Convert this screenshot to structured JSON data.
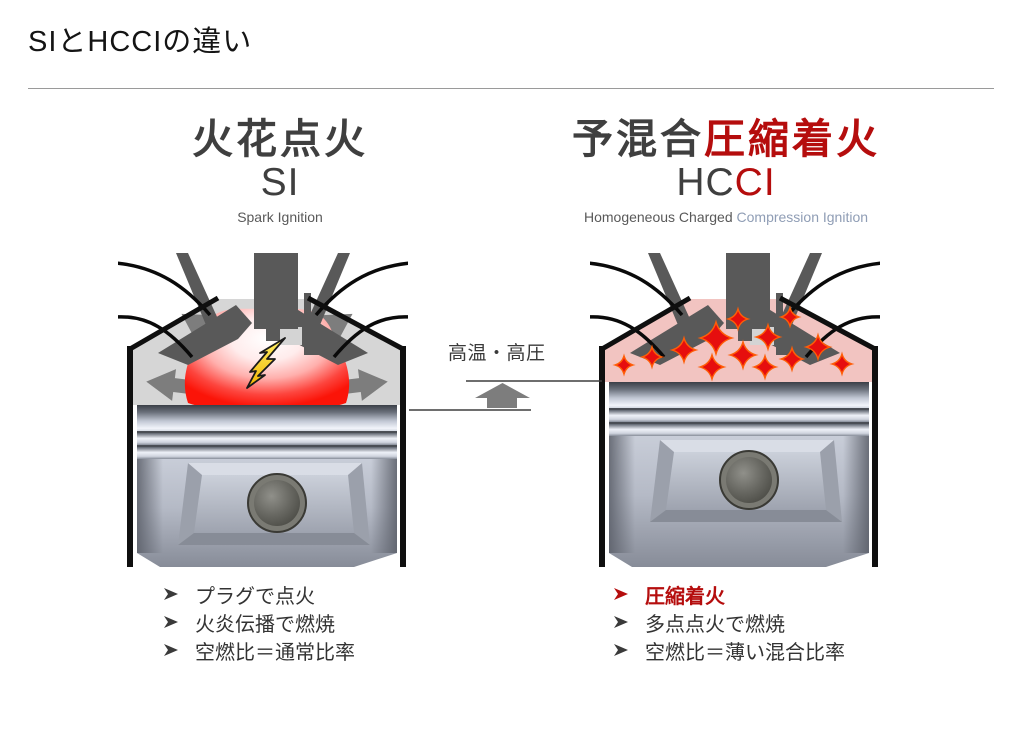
{
  "title": "SIとHCCIの違い",
  "left_column": {
    "heading_jp": "火花点火",
    "abbr": "SI",
    "subtitle": "Spark Ignition",
    "bullets": [
      {
        "text": "プラグで点火",
        "emphasis": false
      },
      {
        "text": "火炎伝播で燃焼",
        "emphasis": false
      },
      {
        "text": "空燃比＝通常比率",
        "emphasis": false
      }
    ]
  },
  "right_column": {
    "heading_jp_prefix": "予混合",
    "heading_jp_emphasis": "圧縮着火",
    "abbr_prefix": "HC",
    "abbr_emphasis": "CI",
    "subtitle_prefix": "Homogeneous Charged ",
    "subtitle_emphasis": "Compression Ignition",
    "bullets": [
      {
        "text": "圧縮着火",
        "emphasis": true
      },
      {
        "text": "多点点火で燃焼",
        "emphasis": false
      },
      {
        "text": "空燃比＝薄い混合比率",
        "emphasis": false
      }
    ]
  },
  "middle_annotation": {
    "label": "高温・高圧"
  },
  "colors": {
    "accent_red": "#b50d0d",
    "heading_gray": "#3f3f3f",
    "subtitle_gray": "#595959",
    "subtitle_lightblue": "#8f9db5",
    "flame_red": "#fb1408",
    "star_red": "#e60e0e",
    "star_glow": "#ff5d07",
    "chamber_pink": "#f2c4c1",
    "chamber_gray": "#d6d6d6",
    "bullet_dark": "#3a3a3a",
    "arrow_gray": "#7d7d7d"
  }
}
